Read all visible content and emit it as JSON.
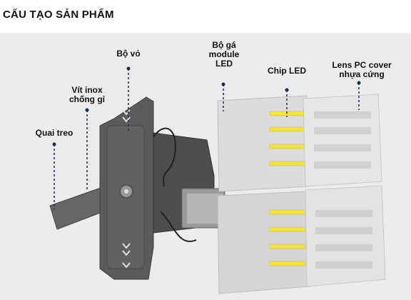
{
  "title": "CẤU TẠO SẢN PHẨM",
  "labels": {
    "housing": "Bộ vỏ",
    "module_bracket": "Bộ gá\nmodule\nLED",
    "chip_led": "Chip LED",
    "lens_cover": "Lens PC cover\nnhựa cứng",
    "screw": "Vít inox\nchống gỉ",
    "hanger": "Quai treo"
  },
  "colors": {
    "heading": "#111111",
    "background": "#ececec",
    "housing": "#5a5a5a",
    "pcb": "#dcdcdc",
    "led": "#f2e34a",
    "lens": "#e9e9e9",
    "leader": "#1e2a5a"
  }
}
